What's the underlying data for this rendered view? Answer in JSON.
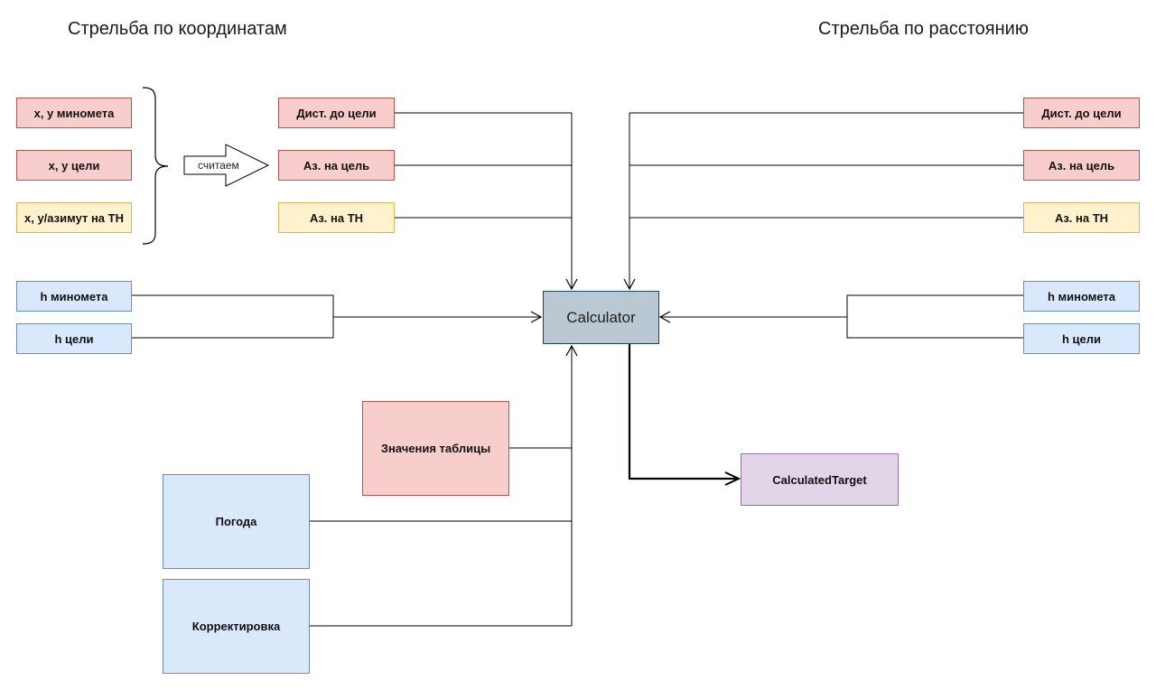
{
  "headings": {
    "left": "Стрельба по координатам",
    "right": "Стрельба по расстоянию"
  },
  "left_inputs": {
    "mortar_xy": "x, y миномета",
    "target_xy": "x, y цели",
    "reference_xy": "x, y/азимут на ТН"
  },
  "compute_arrow_label": "считаем",
  "left_computed": {
    "distance": "Дист. до цели",
    "azimuth": "Аз. на цель",
    "reference_azimuth": "Аз. на ТН"
  },
  "left_heights": {
    "mortar_h": "h миномета",
    "target_h": "h цели"
  },
  "right_inputs": {
    "distance": "Дист. до цели",
    "azimuth": "Аз. на цель",
    "reference_azimuth": "Аз. на ТН",
    "mortar_h": "h миномета",
    "target_h": "h цели"
  },
  "calculator": "Calculator",
  "table_values": "Значения таблицы",
  "weather": "Погода",
  "correction": "Корректировка",
  "result": "CalculatedTarget",
  "colors": {
    "red_fill": "#f8cecc",
    "yellow_fill": "#fff2cc",
    "blue_fill": "#dae8fc",
    "purple_fill": "#e1d5e7",
    "calculator_fill": "#bac8d3"
  }
}
